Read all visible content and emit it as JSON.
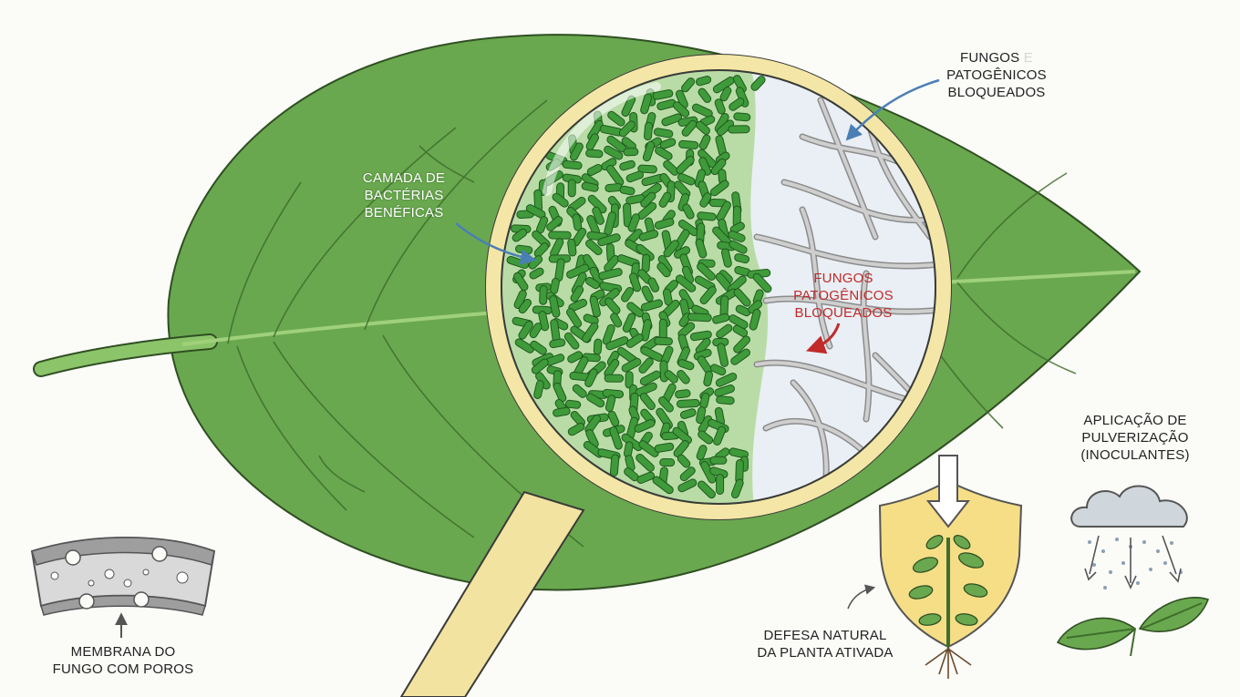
{
  "labels": {
    "fungi_top": {
      "line1_a": "FUNGOS",
      "line1_b": " E",
      "line2": "PATOGÊNICOS",
      "line3": "BLOQUEADOS"
    },
    "bacteria_layer": {
      "line1": "CAMADA DE",
      "line2": "BACTÉRIAS",
      "line3": "BENÉFICAS"
    },
    "fungi_blocked": {
      "line1": "FUNGOS",
      "line2": "PATOGÊNICOS",
      "line3": "BLOQUEADOS"
    },
    "spray": {
      "line1": "APLICAÇÃO DE",
      "line2": "PULVERIZAÇÃO",
      "line3": "(INOCULANTES)"
    },
    "plant_defense": {
      "line1": "DEFESA NATURAL",
      "line2": "DA PLANTA ATIVADA"
    },
    "membrane": {
      "line1": "MEMBRANA DO",
      "line2": "FUNGO COM POROS"
    }
  },
  "colors": {
    "leaf": "#6aa84f",
    "leaf_vein": "#3f6e2c",
    "bacteria": "#3f9a3a",
    "magnifier_rim": "#f4e6a6",
    "fungal_hyphae": "#a9a9a9",
    "alert": "#c22a2a",
    "arrow_blue": "#4a7fb5"
  },
  "icons": [
    "leaf-icon",
    "magnifier-icon",
    "shield-icon",
    "plant-icon",
    "cloud-icon",
    "membrane-icon"
  ]
}
